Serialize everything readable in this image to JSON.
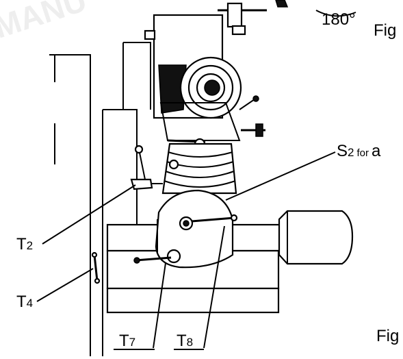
{
  "watermark": "MANU",
  "angle_label": "180°",
  "figure_label_top": "Fig",
  "figure_label_bottom": "Fig",
  "callouts": {
    "s2": {
      "main": "S",
      "sub": "2",
      "tail_small": "for",
      "tail_big": "a"
    },
    "t2": {
      "main": "T",
      "sub": "2"
    },
    "t4": {
      "main": "T",
      "sub": "4"
    },
    "t7": {
      "main": "T",
      "sub": "7"
    },
    "t8": {
      "main": "T",
      "sub": "8"
    }
  }
}
